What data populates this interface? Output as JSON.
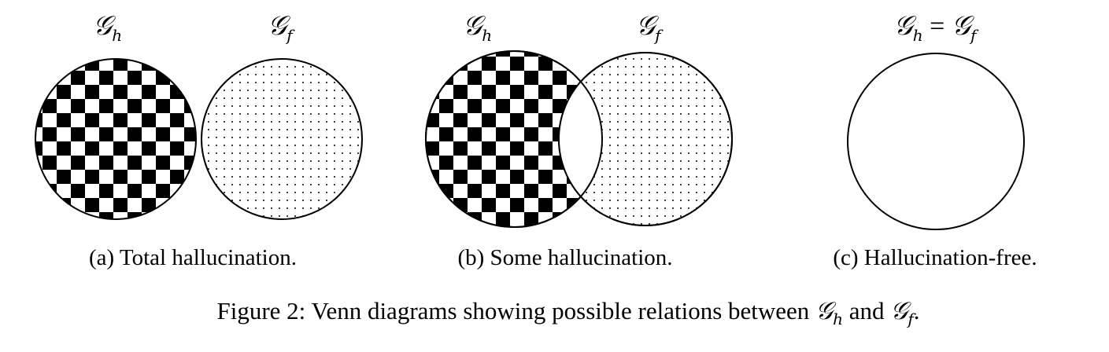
{
  "panels": [
    {
      "set_left": {
        "base": "𝒢",
        "sub": "h"
      },
      "set_right": {
        "base": "𝒢",
        "sub": "f"
      },
      "caption": "(a) Total hallucination."
    },
    {
      "set_left": {
        "base": "𝒢",
        "sub": "h"
      },
      "set_right": {
        "base": "𝒢",
        "sub": "f"
      },
      "caption": "(b) Some hallucination."
    },
    {
      "label": {
        "left_base": "𝒢",
        "left_sub": "h",
        "eq": "=",
        "right_base": "𝒢",
        "right_sub": "f"
      },
      "caption": "(c) Hallucination-free."
    }
  ],
  "figure_caption": {
    "prefix": "Figure 2:  Venn diagrams showing possible relations between ",
    "g1_base": "𝒢",
    "g1_sub": "h",
    "mid": " and ",
    "g2_base": "𝒢",
    "g2_sub": "f",
    "end": "."
  }
}
